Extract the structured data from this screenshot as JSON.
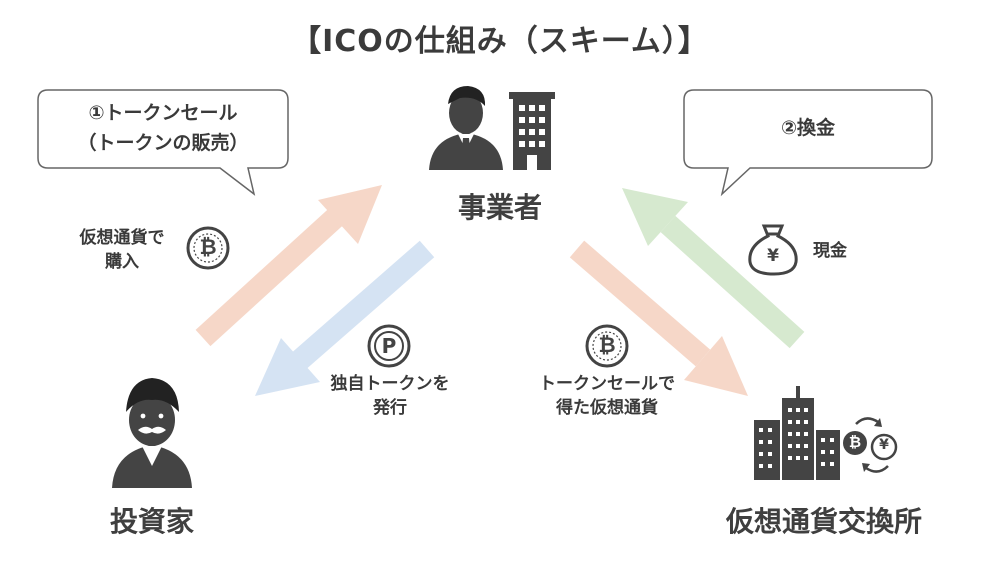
{
  "title": "【ICOの仕組み（スキーム）】",
  "actors": {
    "business": "事業者",
    "investor": "投資家",
    "exchange": "仮想通貨交換所"
  },
  "bubbles": {
    "left_line1": "①トークンセール",
    "left_line2": "（トークンの販売）",
    "right": "②換金"
  },
  "labels": {
    "buy_line1": "仮想通貨で",
    "buy_line2": "購入",
    "issue_line1": "独自トークンを",
    "issue_line2": "発行",
    "sale_line1": "トークンセールで",
    "sale_line2": "得た仮想通貨",
    "cash": "現金"
  },
  "icons": {
    "bitcoin_symbol": "₿",
    "point_symbol": "P",
    "yen_symbol": "¥"
  },
  "colors": {
    "arrow_orange": "#f6d7c8",
    "arrow_blue": "#d5e3f3",
    "arrow_green": "#d6e9cf",
    "icon_dark": "#444444"
  }
}
